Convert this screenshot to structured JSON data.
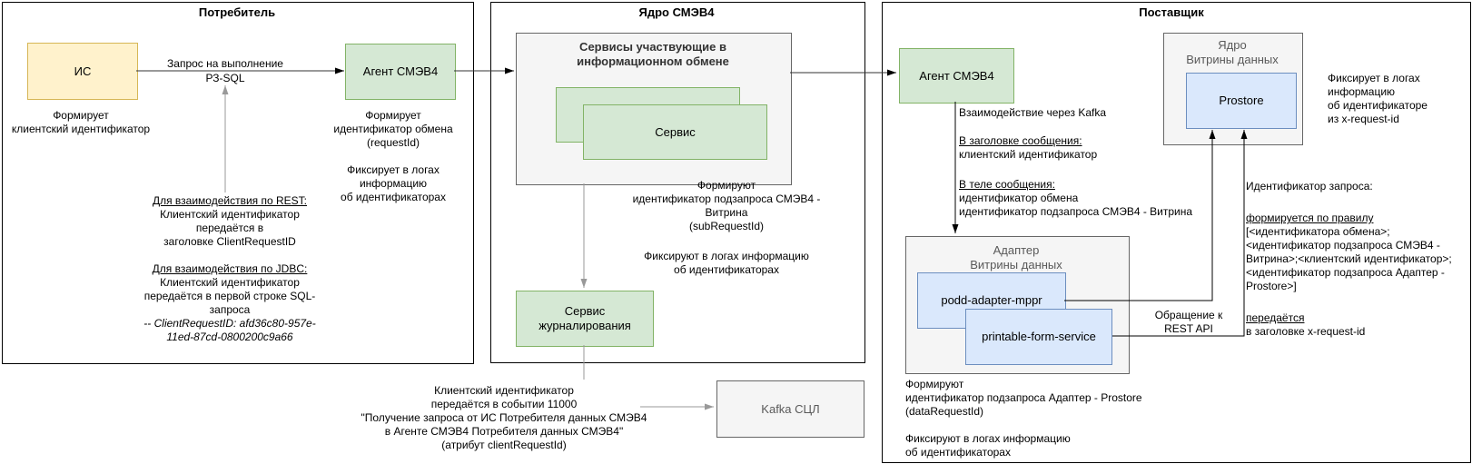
{
  "consumer": {
    "title": "Потребитель",
    "is_label": "ИС",
    "is_note": "Формирует\nклиентский идентификатор",
    "request_arrow_label": "Запрос на выполнение\nРЗ-SQL",
    "agent_label": "Агент СМЭВ4",
    "agent_note_forms": "Формирует\nидентификатор обмена\n(requestId)",
    "agent_note_logs": "Фиксирует в логах\nинформацию\nоб идентификаторах",
    "rest_heading": "Для взаимодействия по REST:",
    "rest_body": "Клиентский идентификатор\nпередаётся в\nзаголовке ClientRequestID",
    "jdbc_heading": "Для взаимодействия по JDBC:",
    "jdbc_body": "Клиентский идентификатор\nпередаётся в первой строке SQL-\nзапроса",
    "jdbc_example": "-- ClientRequestID: afd36c80-957e-\n11ed-87cd-0800200c9a66"
  },
  "core": {
    "title": "Ядро СМЭВ4",
    "services_title": "Сервисы участвующие в\nинформационном обмене",
    "service_label": "Сервис",
    "forms_note": "Формируют\nидентификатор подзапроса СМЭВ4 -\nВитрина\n(subRequestId)",
    "logs_note": "Фиксируют в логах информацию\nоб идентификаторах",
    "journal_label": "Сервис\nжурналирования",
    "event_note": "Клиентский идентификатор\nпередаётся в событии 11000\n\"Получение запроса от ИС Потребителя данных СМЭВ4\nв Агенте СМЭВ4 Потребителя данных СМЭВ4\"\n(атрибут clientRequestId)",
    "kafka_label": "Kafka СЦЛ"
  },
  "provider": {
    "title": "Поставщик",
    "agent_label": "Агент СМЭВ4",
    "kafka_note": "Взаимодействие через Kafka",
    "header_heading": "В заголовке сообщения:",
    "header_body": "клиентский идентификатор",
    "body_heading": "В теле сообщения:",
    "body_body": "идентификатор обмена\nидентификатор подзапроса СМЭВ4 - Витрина",
    "adapter_title": "Адаптер\nВитрины данных",
    "podd_label": "podd-adapter-mppr",
    "printable_label": "printable-form-service",
    "dv_core_title": "Ядро\nВитрины данных",
    "prostore_label": "Prostore",
    "prostore_logs_note": "Фиксирует в логах\nинформацию\nоб идентификаторе\nиз x-request-id",
    "rest_api_label": "Обращение к\nREST API",
    "request_id_heading": "Идентификатор запроса:",
    "rule_heading": "формируется по правилу",
    "rule_body": "[<идентификатора обмена>;\n<идентификатор подзапроса СМЭВ4 -\nВитрина>;<клиентский идентификатор>;\n<идентификатор подзапроса Адаптер -\nProstore>]",
    "passed_heading": "передаётся",
    "passed_body": "в заголовке x-request-id",
    "adapter_forms_note": "Формируют\nидентификатор подзапроса Адаптер - Prostore\n(dataRequestId)",
    "adapter_logs_note": "Фиксируют в логах информацию\nоб идентификаторах"
  },
  "colors": {
    "yellow_fill": "#FFF2CC",
    "yellow_border": "#D6B656",
    "green_fill": "#D5E8D4",
    "green_border": "#82B366",
    "blue_fill": "#DAE8FC",
    "blue_border": "#6C8EBF",
    "gray_fill": "#F5F5F5",
    "gray_border": "#666666",
    "gray_connector": "#999999",
    "black_connector": "#000000"
  }
}
